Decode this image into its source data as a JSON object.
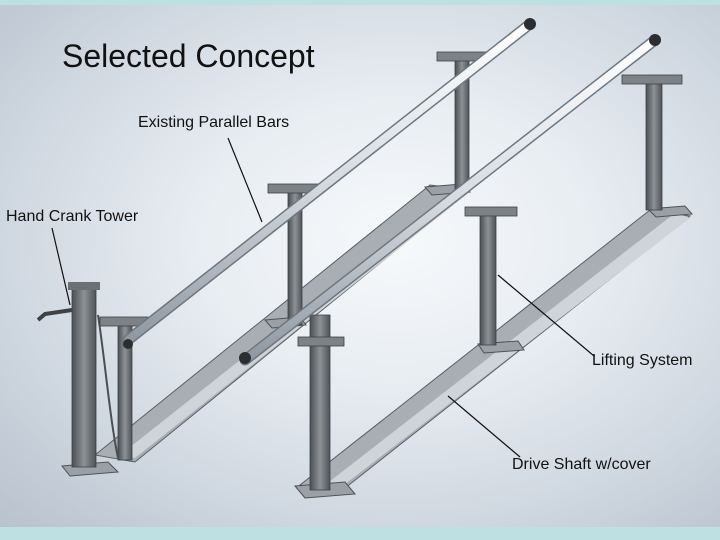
{
  "slide": {
    "title": "Selected Concept",
    "labels": {
      "existing_parallel_bars": "Existing Parallel Bars",
      "hand_crank_tower": "Hand Crank Tower",
      "lifting_system": "Lifting System",
      "drive_shaft": "Drive Shaft w/cover"
    }
  },
  "colors": {
    "background_border": "#bfe0e3",
    "metal_dark": "#5a5f63",
    "metal_light": "#8e9499",
    "rail": "#dfe3e8",
    "text": "#111111"
  }
}
